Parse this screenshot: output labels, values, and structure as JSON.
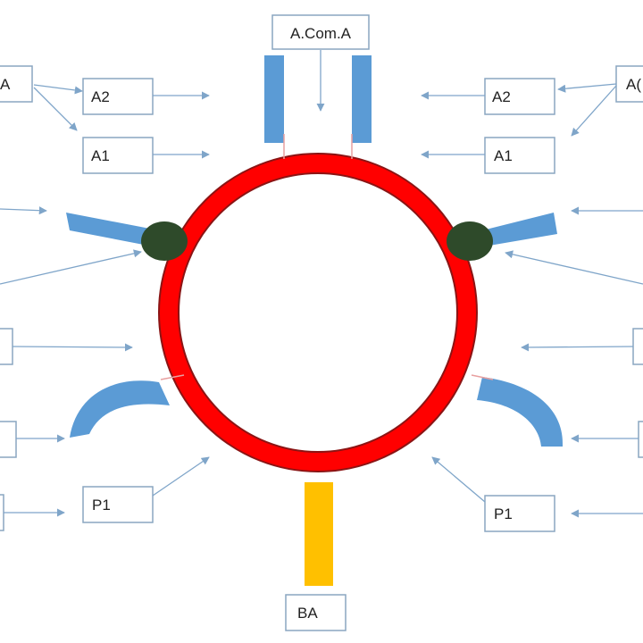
{
  "labels": {
    "acoma": "A.Com.A",
    "a2_left": "A2",
    "a1_left": "A1",
    "a2_right": "A2",
    "a1_right": "A1",
    "p1_left": "P1",
    "p1_right": "P1",
    "ba": "BA",
    "aca_left_partial": "A",
    "aca_right_partial": "A("
  },
  "colors": {
    "ring": "#ff0000",
    "ring_stroke": "#8b1414",
    "vessel": "#5b9bd5",
    "ba": "#ffc000",
    "junction": "#2e4a2a",
    "arrow": "#7fa5c9",
    "box_border": "#8aa6c1"
  }
}
